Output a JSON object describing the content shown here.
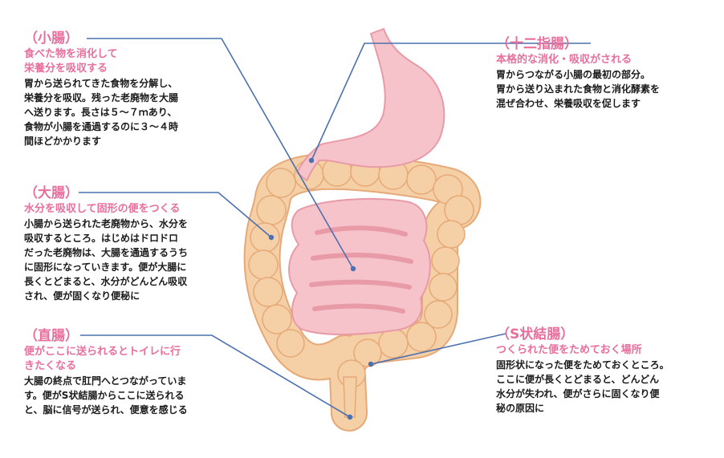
{
  "colors": {
    "accent": "#e86f9c",
    "leader_line": "#4c70b0",
    "large_intestine": "#f5cfa5",
    "large_intestine_outline": "#e6a977",
    "stomach": "#f6c3cb",
    "stomach_outline": "#e89aa6"
  },
  "labels": {
    "small_intestine": {
      "title": "（小腸）",
      "subtitle": "食べた物を消化して\n栄養分を吸収する",
      "description": "胃から送られてきた食物を分解し、\n栄養分を吸収。残った老廃物を大腸\nへ送ります。長さは５～７ｍあり、\n食物が小腸を通過するのに３～４時\n間ほどかかります"
    },
    "large_intestine": {
      "title": "（大腸）",
      "subtitle": "水分を吸収して固形の便をつくる",
      "description": "小腸から送られた老廃物から、水分を\n吸収するところ。はじめはドロドロ\nだった老廃物は、大腸を通過するうち\nに固形になっていきます。便が大腸に\n長くとどまると、水分がどんどん吸収\nされ、便が固くなり便秘に"
    },
    "rectum": {
      "title": "（直腸）",
      "subtitle": "便がここに送られるとトイレに行\nきたくなる",
      "description": "大腸の終点で肛門へとつながっていま\nす。便がS状結腸からここに送られる\nと、脳に信号が送られ、便意を感じる"
    },
    "duodenum": {
      "title": "（十二指腸）",
      "subtitle": "本格的な消化・吸収がされる",
      "description": "胃からつながる小腸の最初の部分。\n胃から送り込まれた食物と消化酵素を\n混ぜ合わせ、栄養吸収を促します"
    },
    "sigmoid_colon": {
      "title": "（S状結腸）",
      "subtitle": "つくられた便をためておく場所",
      "description": "固形状になった便をためておくところ。\nここに便が長くとどまると、どんどん\n水分が失われ、便がさらに固くなり便\n秘の原因に"
    }
  }
}
